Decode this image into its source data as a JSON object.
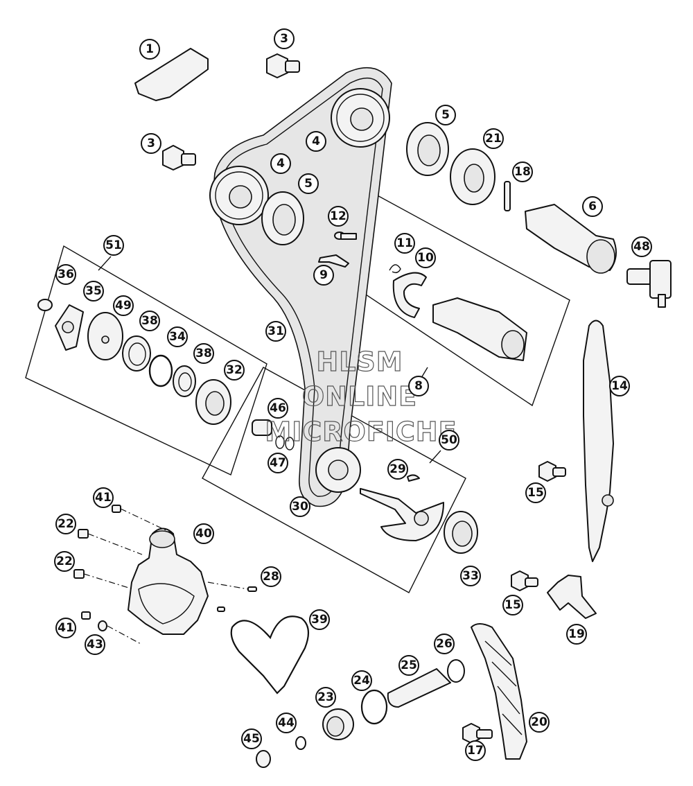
{
  "watermark": {
    "line1": "HLSM",
    "line2": "ONLINE",
    "line3": "MICROFICHE"
  },
  "callouts": [
    "1",
    "3",
    "3",
    "4",
    "4",
    "5",
    "5",
    "21",
    "18",
    "6",
    "48",
    "12",
    "11",
    "10",
    "9",
    "8",
    "51",
    "36",
    "35",
    "49",
    "38",
    "34",
    "38",
    "32",
    "31",
    "46",
    "47",
    "50",
    "29",
    "30",
    "14",
    "15",
    "41",
    "22",
    "40",
    "22",
    "28",
    "33",
    "15",
    "19",
    "41",
    "43",
    "39",
    "26",
    "25",
    "24",
    "23",
    "44",
    "45",
    "20",
    "17"
  ]
}
